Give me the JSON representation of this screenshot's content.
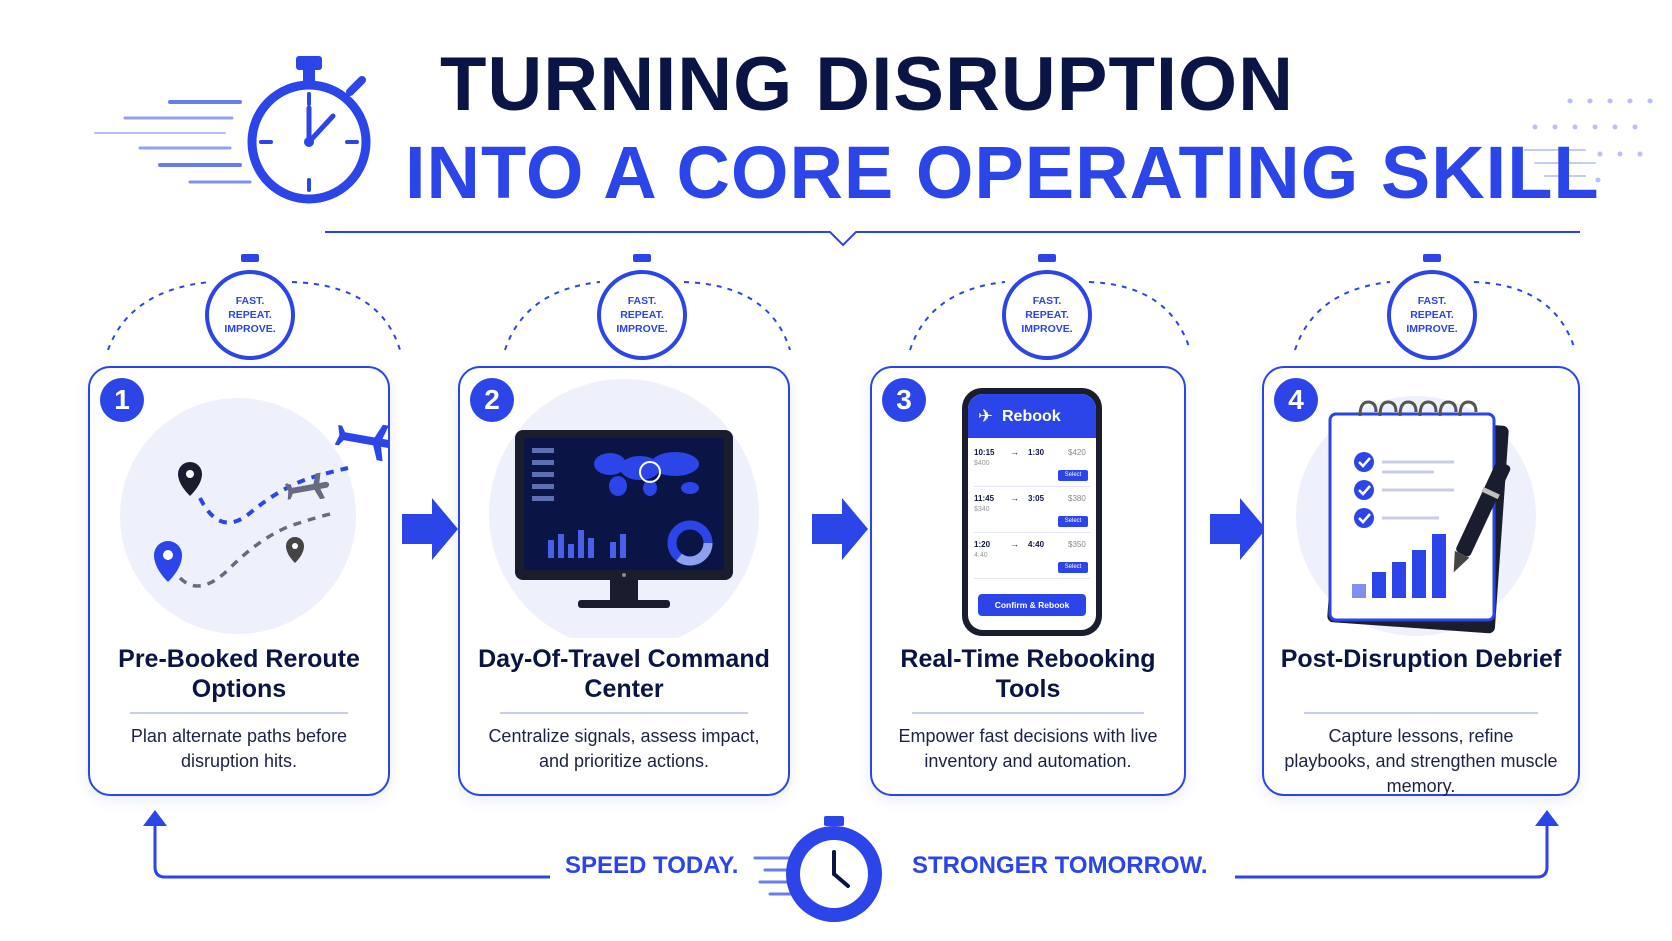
{
  "header": {
    "title_line1": "TURNING DISRUPTION",
    "title_line2": "INTO A CORE OPERATING SKILL"
  },
  "timer_badge": {
    "line1": "FAST.",
    "line2": "REPEAT.",
    "line3": "IMPROVE."
  },
  "steps": [
    {
      "number": "1",
      "title": "Pre-Booked Reroute Options",
      "description": "Plan alternate paths before disruption hits.",
      "illustration": "route-map-icon"
    },
    {
      "number": "2",
      "title": "Day-Of-Travel Command Center",
      "description": "Centralize signals, assess impact, and prioritize actions.",
      "illustration": "monitor-dashboard-icon"
    },
    {
      "number": "3",
      "title": "Real-Time Rebooking Tools",
      "description": "Empower fast decisions with live inventory and automation.",
      "illustration": "phone-rebook-icon"
    },
    {
      "number": "4",
      "title": "Post-Disruption Debrief",
      "description": "Capture lessons, refine playbooks, and strengthen muscle memory.",
      "illustration": "notepad-checklist-icon"
    }
  ],
  "phone": {
    "header": "Rebook",
    "options": [
      {
        "depart": "10:15",
        "arrive": "1:30",
        "price": "$420",
        "sub": "$400",
        "button": "Select"
      },
      {
        "depart": "11:45",
        "arrive": "3:05",
        "price": "$380",
        "sub": "$340",
        "button": "Select"
      },
      {
        "depart": "1:20",
        "arrive": "4:40",
        "price": "$350",
        "sub": "4:40",
        "button": "Select"
      }
    ],
    "confirm_button": "Confirm & Rebook"
  },
  "footer": {
    "left_label": "SPEED TODAY.",
    "right_label": "STRONGER TOMORROW."
  },
  "colors": {
    "accent": "#2b45e8",
    "navy": "#0b1545",
    "light": "#eef1fb"
  }
}
